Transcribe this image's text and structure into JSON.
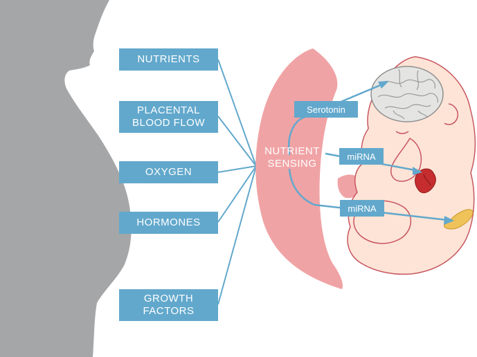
{
  "inputs": {
    "nutrients": "NUTRIENTS",
    "placental_1": "PLACENTAL",
    "placental_2": "BLOOD FLOW",
    "oxygen": "OXYGEN",
    "hormones": "HORMONES",
    "growth_1": "GROWTH",
    "growth_2": "FACTORS"
  },
  "placenta": {
    "line1": "NUTRIENT",
    "line2": "SENSING"
  },
  "signals": {
    "serotonin": "Serotonin",
    "mirna_heart": "miRNA",
    "mirna_pancreas": "miRNA"
  },
  "colors": {
    "silhouette": "#a5a6a8",
    "box": "#62a8cc",
    "line": "#62a8cc",
    "placenta": "#f0a3a5",
    "skin": "#fde4d6",
    "outline": "#c7555f",
    "brain": "#e4e4e2",
    "heart": "#c62d2e",
    "pancreas": "#efc25a"
  }
}
